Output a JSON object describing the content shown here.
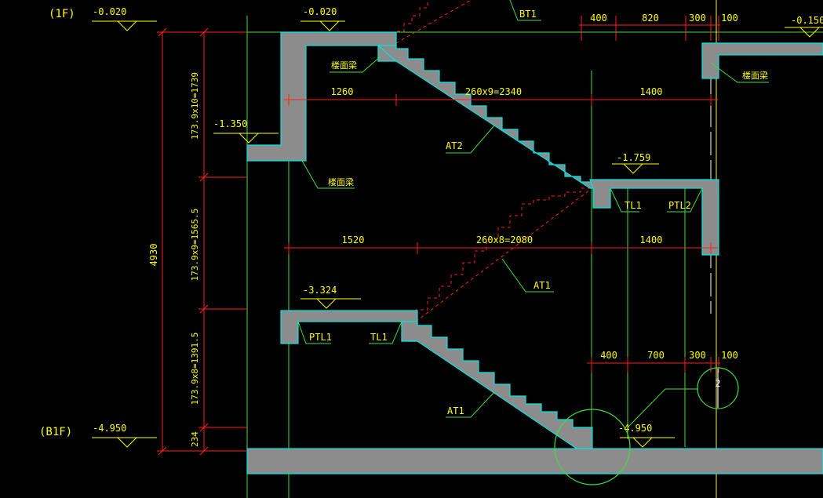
{
  "colors": {
    "background": "#000000",
    "dimension": "#ff2020",
    "text": "#ffff00",
    "grid": "#3fdf3f",
    "concrete_fill": "#8c8c8c",
    "concrete_edge": "#00e5e5",
    "hidden_stair": "#ff2020",
    "axis_line": "#f0f060",
    "white": "#ffffff"
  },
  "floors": {
    "upper": "(1F)",
    "lower": "(B1F)"
  },
  "elevations": {
    "e1": "-0.020",
    "e2": "-0.020",
    "e3": "-0.150",
    "e4": "-1.350",
    "e5": "-1.759",
    "e6": "-3.324",
    "e7": "-4.950",
    "e8": "-4.950"
  },
  "vertical_dims": {
    "total": "4930",
    "seg1": "173.9x10=1739",
    "seg2": "173.9x9=1565.5",
    "seg3": "173.9x8=1391.5",
    "seg4": "234"
  },
  "horizontal_dims": {
    "top": [
      "400",
      "820",
      "300",
      "100"
    ],
    "flight1": [
      "1260",
      "260x9=2340",
      "1400"
    ],
    "flight2": [
      "1520",
      "260x8=2080",
      "1400"
    ],
    "bottom": [
      "400",
      "700",
      "300",
      "100"
    ]
  },
  "labels": {
    "bt1": "BT1",
    "at2": "AT2",
    "at1_upper": "AT1",
    "at1_lower": "AT1",
    "tl1_a": "TL1",
    "ptl2": "PTL2",
    "ptl1": "PTL1",
    "tl1_b": "TL1",
    "beam_1": "楼面梁",
    "beam_2": "楼面梁",
    "beam_3": "楼面梁"
  },
  "axis_bubble": {
    "number": "2"
  }
}
